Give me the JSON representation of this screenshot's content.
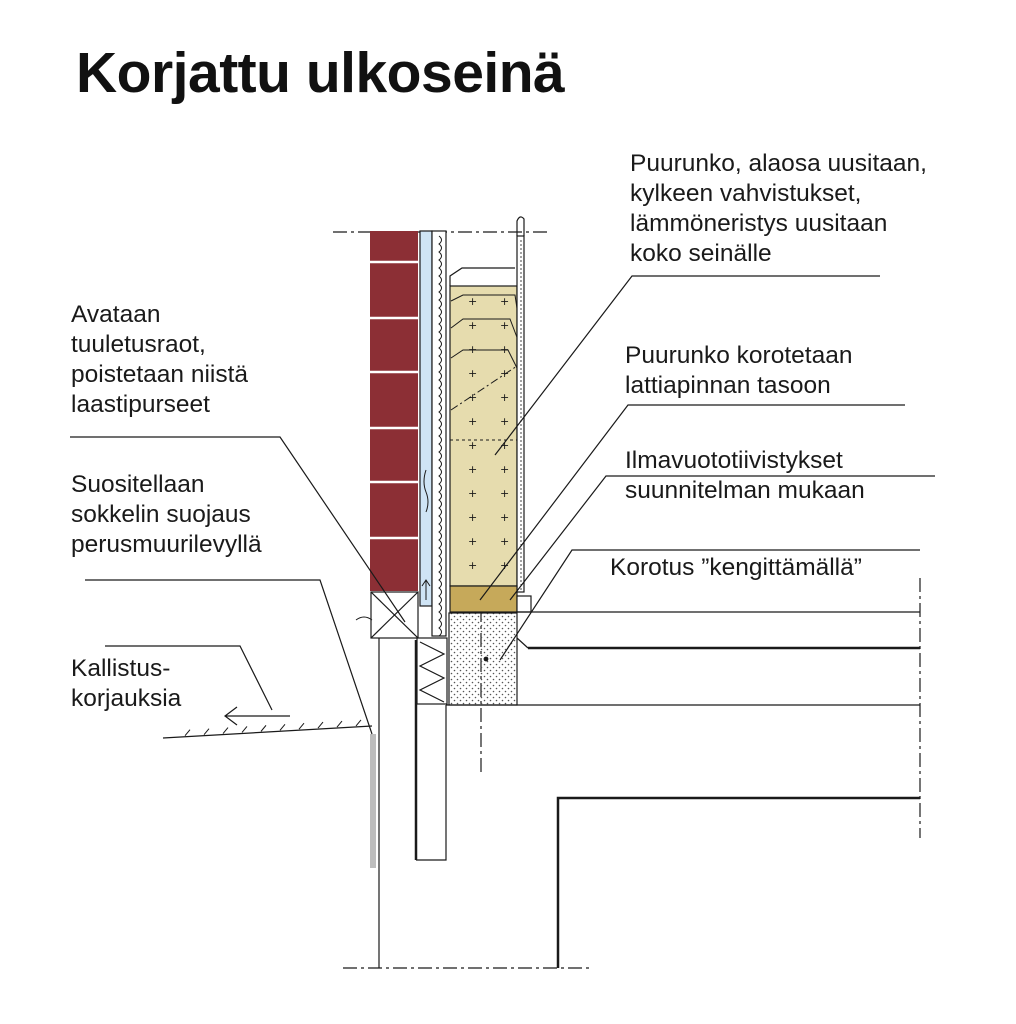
{
  "title": "Korjattu ulkoseinä",
  "labels": {
    "frame_renew": [
      "Puurunko, alaosa uusitaan,",
      "kylkeen vahvistukset,",
      "lämmöneristys uusitaan",
      "koko seinälle"
    ],
    "vent_gaps": [
      "Avataan",
      "tuuletusraot,",
      "poistetaan niistä",
      "laastipurseet"
    ],
    "frame_raise": [
      "Puurunko korotetaan",
      "lattiapinnan tasoon"
    ],
    "air_seal": [
      "Ilmavuototiivistykset",
      "suunnitelman mukaan"
    ],
    "plinth": [
      "Suositellaan",
      "sokkelin suojaus",
      "perusmuurilevyllä"
    ],
    "shoe": [
      "Korotus ”kengittämällä”"
    ],
    "slope": [
      "Kallistus-",
      "korjauksia"
    ]
  },
  "colors": {
    "brick": "#8c2f35",
    "insulation": "#e6dcae",
    "air_gap": "#cfe4f5",
    "sole_plate": "#c6a95a",
    "concrete": "#f2f2ee",
    "plinth_board": "#bdbdbd",
    "line": "#1a1a1a"
  }
}
